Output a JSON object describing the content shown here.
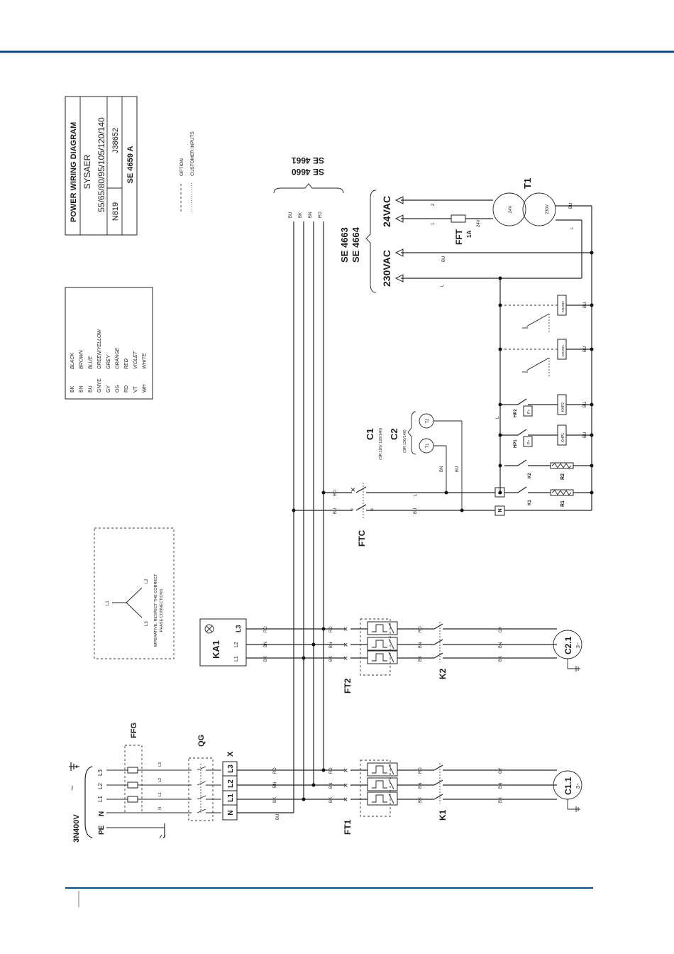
{
  "colors": {
    "brand_rule": "#0d4a80",
    "line": "#222222"
  },
  "title_block": {
    "title": "POWER WIRING DIAGRAM",
    "product": "SYSAER",
    "models": "55/65/80/95/105/120/140",
    "code_left": "N819",
    "code_right": "J38652",
    "ref": "SE 4659 A"
  },
  "legend_colors": [
    {
      "code": "BK",
      "name": "BLACK"
    },
    {
      "code": "BN",
      "name": "BROWN"
    },
    {
      "code": "BU",
      "name": "BLUE"
    },
    {
      "code": "GNYE",
      "name": "GREEN/YELLOW"
    },
    {
      "code": "GY",
      "name": "GREY"
    },
    {
      "code": "OG",
      "name": "ORANGE"
    },
    {
      "code": "RD",
      "name": "RED"
    },
    {
      "code": "VT",
      "name": "VIOLET"
    },
    {
      "code": "WH",
      "name": "WHITE"
    }
  ],
  "line_legend": {
    "option": "OPTION",
    "customer_inputs": "CUSTOMER INPUTS"
  },
  "star_note": {
    "l1": "L1",
    "l2": "L2",
    "l3": "L3",
    "line1": "IMPERATIVE: RESPECT THE CORRECT",
    "line2": "PHASE CONNECTIONS"
  },
  "refs_top": {
    "a": "SE 4660",
    "b": "SE 4661"
  },
  "refs_mid": {
    "a": "SE 4663",
    "b": "SE 4664"
  },
  "voltages": {
    "v24": "24VAC",
    "v230": "230VAC",
    "t_24v": "24V",
    "t_230v": "230V"
  },
  "components": {
    "t1": "T1",
    "fft": "FFT",
    "fft_rating": "1A",
    "c1": "C1",
    "c1_note": "(SR 105/ 120/140)",
    "c2": "C2",
    "c2_note": "(SR 120/140)",
    "t1_sensor": "T1",
    "t2_sensor": "T2",
    "ftc": "FTC",
    "ka1": "KA1",
    "ft1": "FT1",
    "ft2": "FT2",
    "k1": "K1",
    "k2": "K2",
    "c11": "C1.1",
    "c21": "C2.1",
    "motor_sub": "3~",
    "qg": "QG",
    "ffg": "FFG",
    "x": "X",
    "hp1": "HP1",
    "hp2": "HP2",
    "r1": "R1",
    "r2": "R2",
    "knp1": "KHP1",
    "knp2": "KHP2",
    "kraw1": "KRAW1",
    "kraw2": "KRAW2",
    "p_gt": "P>"
  },
  "supply": {
    "label": "3N400V",
    "pe": "PE",
    "n": "N",
    "l1": "L1",
    "l2": "L2",
    "l3": "L3",
    "tilde": "~"
  },
  "terminals": {
    "n": "N",
    "l1": "L1",
    "l2": "L2",
    "l3": "L3",
    "l": "L"
  },
  "wire_codes": {
    "bk": "BK",
    "bn": "BN",
    "bu": "BU",
    "rd": "RD",
    "gy": "GY",
    "l": "L",
    "n": "N",
    "one": "1",
    "two": "2"
  }
}
